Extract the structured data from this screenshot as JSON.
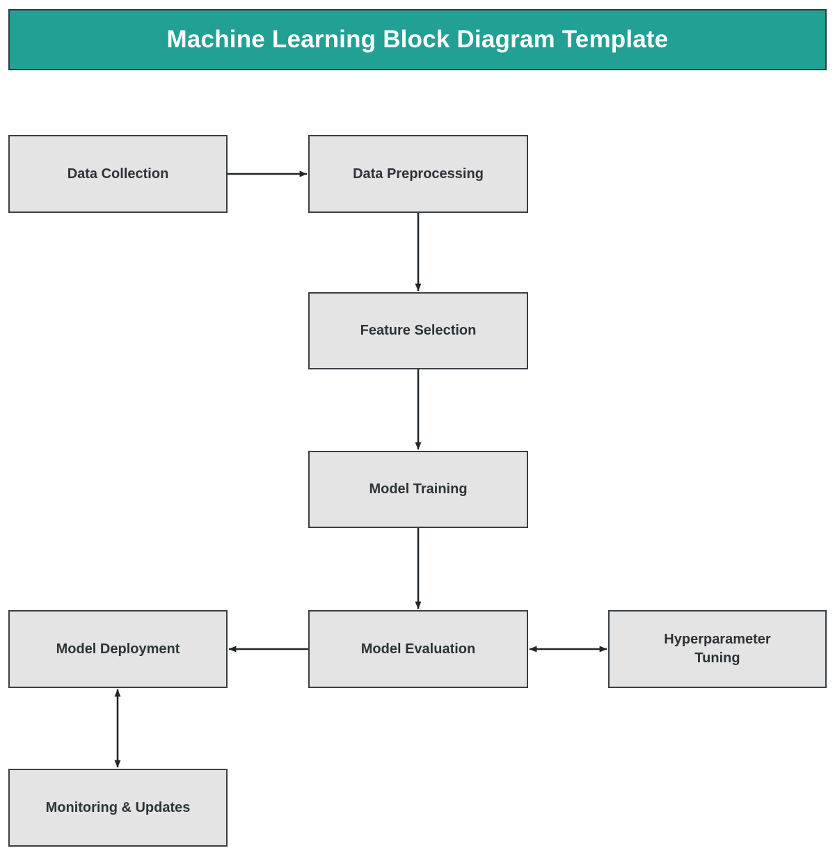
{
  "title": {
    "text": "Machine Learning Block Diagram Template",
    "background_color": "#21a093",
    "text_color": "#ffffff",
    "border_color": "#333a40"
  },
  "theme": {
    "block_fill": "#e4e4e4",
    "block_border": "#3a3f45",
    "block_text": "#2d3338",
    "connector_color": "#22262a",
    "page_background": "#ffffff"
  },
  "diagram": {
    "type": "block-diagram",
    "nodes": [
      {
        "id": "data-collection",
        "label": "Data Collection"
      },
      {
        "id": "data-preprocessing",
        "label": "Data Preprocessing"
      },
      {
        "id": "feature-selection",
        "label": "Feature Selection"
      },
      {
        "id": "model-training",
        "label": "Model Training"
      },
      {
        "id": "model-evaluation",
        "label": "Model Evaluation"
      },
      {
        "id": "model-deployment",
        "label": "Model Deployment"
      },
      {
        "id": "hyperparameter-tuning",
        "label": "Hyperparameter\nTuning"
      },
      {
        "id": "monitoring-updates",
        "label": "Monitoring & Updates"
      }
    ],
    "edges": [
      {
        "from": "data-collection",
        "to": "data-preprocessing",
        "direction": "forward",
        "orientation": "horizontal"
      },
      {
        "from": "data-preprocessing",
        "to": "feature-selection",
        "direction": "forward",
        "orientation": "vertical"
      },
      {
        "from": "feature-selection",
        "to": "model-training",
        "direction": "forward",
        "orientation": "vertical"
      },
      {
        "from": "model-training",
        "to": "model-evaluation",
        "direction": "forward",
        "orientation": "vertical"
      },
      {
        "from": "model-evaluation",
        "to": "model-deployment",
        "direction": "forward",
        "orientation": "horizontal"
      },
      {
        "from": "model-evaluation",
        "to": "hyperparameter-tuning",
        "direction": "bidirectional",
        "orientation": "horizontal"
      },
      {
        "from": "monitoring-updates",
        "to": "model-deployment",
        "direction": "bidirectional",
        "orientation": "vertical"
      }
    ]
  }
}
